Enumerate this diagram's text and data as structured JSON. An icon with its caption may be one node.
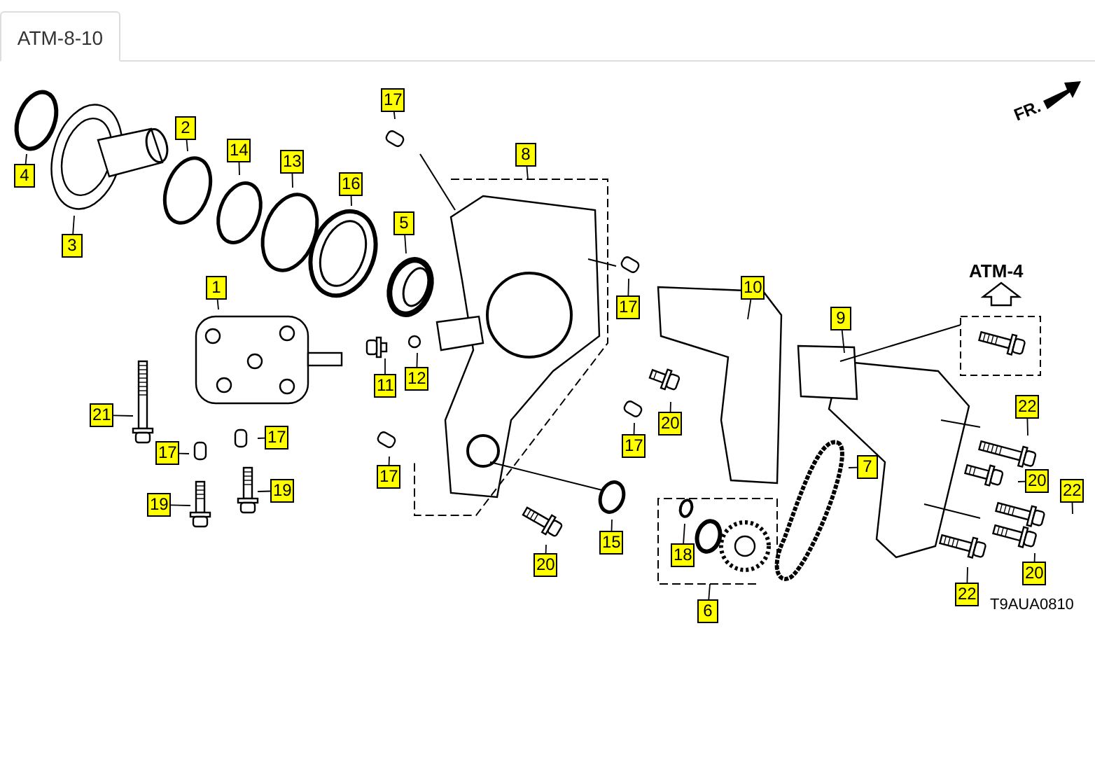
{
  "diagram": {
    "title": "ATM-8-10",
    "nodes": [
      {
        "text": [
          "17"
        ]
      },
      {
        "text": [
          "2"
        ]
      },
      {
        "text": [
          "8"
        ]
      },
      {
        "text": [
          "14"
        ]
      },
      {
        "text": [
          "13"
        ]
      },
      {
        "text": [
          "4"
        ]
      },
      {
        "text": [
          "16"
        ]
      },
      {
        "text": [
          "5"
        ]
      },
      {
        "text": [
          "3"
        ]
      },
      {
        "text": [
          "1"
        ]
      },
      {
        "text": [
          "10"
        ]
      },
      {
        "text": [
          "17"
        ]
      },
      {
        "text": [
          "9"
        ]
      },
      {
        "text": [
          "12"
        ]
      },
      {
        "text": [
          "11"
        ]
      },
      {
        "text": [
          "22"
        ]
      },
      {
        "text": [
          "21"
        ]
      },
      {
        "text": [
          "20"
        ]
      },
      {
        "text": [
          "17"
        ]
      },
      {
        "text": [
          "17"
        ]
      },
      {
        "text": [
          "17"
        ]
      },
      {
        "text": [
          "7"
        ]
      },
      {
        "text": [
          "17"
        ]
      },
      {
        "text": [
          "20"
        ]
      },
      {
        "text": [
          "22"
        ]
      },
      {
        "text": [
          "19"
        ]
      },
      {
        "text": [
          "19"
        ]
      },
      {
        "text": [
          "15"
        ]
      },
      {
        "text": [
          "18"
        ]
      },
      {
        "text": [
          "20"
        ]
      },
      {
        "text": [
          "20"
        ]
      },
      {
        "text": [
          "22"
        ]
      },
      {
        "text": [
          "6"
        ]
      }
    ],
    "edges": [
      {
        "from": 0,
        "to": null,
        "arrow": "none"
      },
      {
        "from": 1,
        "to": null,
        "arrow": "none"
      },
      {
        "from": 2,
        "to": null,
        "arrow": "none"
      },
      {
        "from": 3,
        "to": null,
        "arrow": "none"
      },
      {
        "from": 4,
        "to": null,
        "arrow": "none"
      },
      {
        "from": 5,
        "to": null,
        "arrow": "none"
      },
      {
        "from": 6,
        "to": null,
        "arrow": "none"
      },
      {
        "from": 7,
        "to": null,
        "arrow": "none"
      },
      {
        "from": 8,
        "to": null,
        "arrow": "none"
      },
      {
        "from": 9,
        "to": null,
        "arrow": "none"
      },
      {
        "from": 10,
        "to": null,
        "arrow": "none"
      },
      {
        "from": 11,
        "to": null,
        "arrow": "none"
      },
      {
        "from": 12,
        "to": null,
        "arrow": "none"
      },
      {
        "from": 13,
        "to": null,
        "arrow": "none"
      },
      {
        "from": 14,
        "to": null,
        "arrow": "none"
      },
      {
        "from": 15,
        "to": null,
        "arrow": "none"
      },
      {
        "from": 16,
        "to": null,
        "arrow": "none"
      },
      {
        "from": 17,
        "to": null,
        "arrow": "none"
      },
      {
        "from": 18,
        "to": null,
        "arrow": "none"
      },
      {
        "from": 19,
        "to": null,
        "arrow": "none"
      },
      {
        "from": 20,
        "to": null,
        "arrow": "none"
      },
      {
        "from": 21,
        "to": null,
        "arrow": "none"
      },
      {
        "from": 22,
        "to": null,
        "arrow": "none"
      },
      {
        "from": 23,
        "to": null,
        "arrow": "none"
      },
      {
        "from": 24,
        "to": null,
        "arrow": "none"
      },
      {
        "from": 25,
        "to": null,
        "arrow": "none"
      },
      {
        "from": 26,
        "to": null,
        "arrow": "none"
      },
      {
        "from": 27,
        "to": null,
        "arrow": "none"
      },
      {
        "from": 28,
        "to": null,
        "arrow": "none"
      },
      {
        "from": 29,
        "to": null,
        "arrow": "none"
      },
      {
        "from": 30,
        "to": null,
        "arrow": "none"
      },
      {
        "from": 31,
        "to": null,
        "arrow": "none"
      },
      {
        "from": 32,
        "to": null,
        "arrow": "none"
      }
    ],
    "labels": [
      "FR.",
      "ATM-4",
      "T9AUA0810"
    ]
  }
}
